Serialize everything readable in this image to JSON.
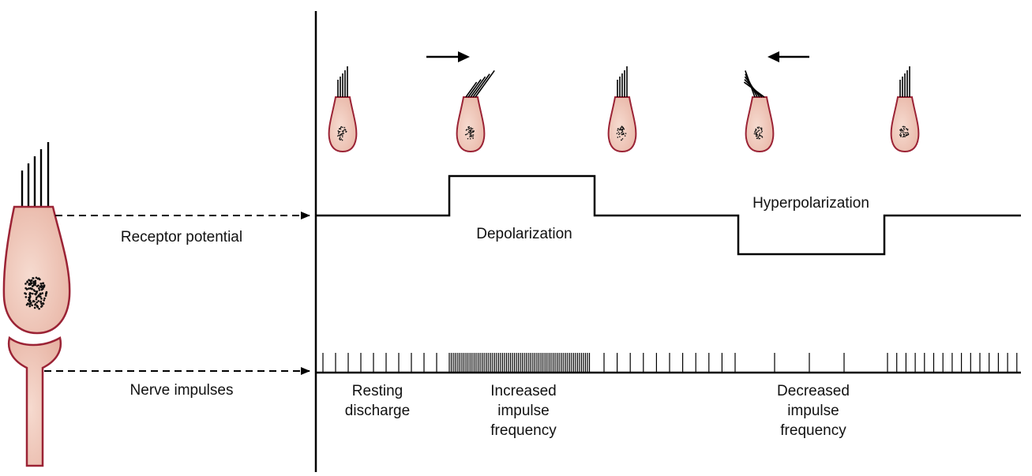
{
  "labels": {
    "receptor_potential": "Receptor potential",
    "nerve_impulses": "Nerve impulses",
    "depolarization": "Depolarization",
    "hyperpolarization": "Hyperpolarization",
    "resting_1": "Resting",
    "resting_2": "discharge",
    "increased_1": "Increased",
    "increased_2": "impulse",
    "increased_3": "frequency",
    "decreased_1": "Decreased",
    "decreased_2": "impulse",
    "decreased_3": "frequency"
  },
  "colors": {
    "cell_fill": "#efc4b6",
    "cell_outline": "#9b2335",
    "line": "#000000"
  }
}
